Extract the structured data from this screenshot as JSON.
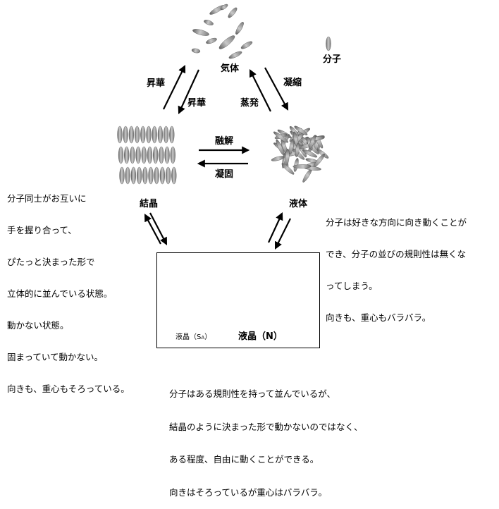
{
  "labels": {
    "gas": "気体",
    "molecule": "分子",
    "sublimation_down": "昇華",
    "sublimation_up": "昇華",
    "evaporation": "蒸発",
    "condensation": "凝縮",
    "melting": "融解",
    "solidification": "凝固",
    "crystal": "結晶",
    "liquid": "液体",
    "lc_smectic_a_main": "液晶（S",
    "lc_smectic_a_sub": "A",
    "lc_smectic_a_close": "）",
    "lc_nematic": "液晶（N）"
  },
  "descriptions": {
    "crystal": [
      "分子同士がお互いに",
      "手を握り合って、",
      "ぴたっと決まった形で",
      "立体的に並んでいる状態。",
      "動かない状態。",
      "固まっていて動かない。",
      "向きも、重心もそろっている。"
    ],
    "liquid": [
      "分子は好きな方向に向き動くことが",
      "でき、分子の並びの規則性は無くな",
      "ってしまう。",
      "向きも、重心もバラバラ。"
    ],
    "liquid_crystal": [
      "分子はある規則性を持って並んでいるが、",
      "結晶のように決まった形で動かないのではなく、",
      "ある程度、自由に動くことができる。",
      "向きはそろっているが重心はバラバラ。"
    ]
  },
  "colors": {
    "molecule_dark": "#6f6f6f",
    "molecule_light": "#d6d6d6",
    "arrow": "#000000"
  }
}
